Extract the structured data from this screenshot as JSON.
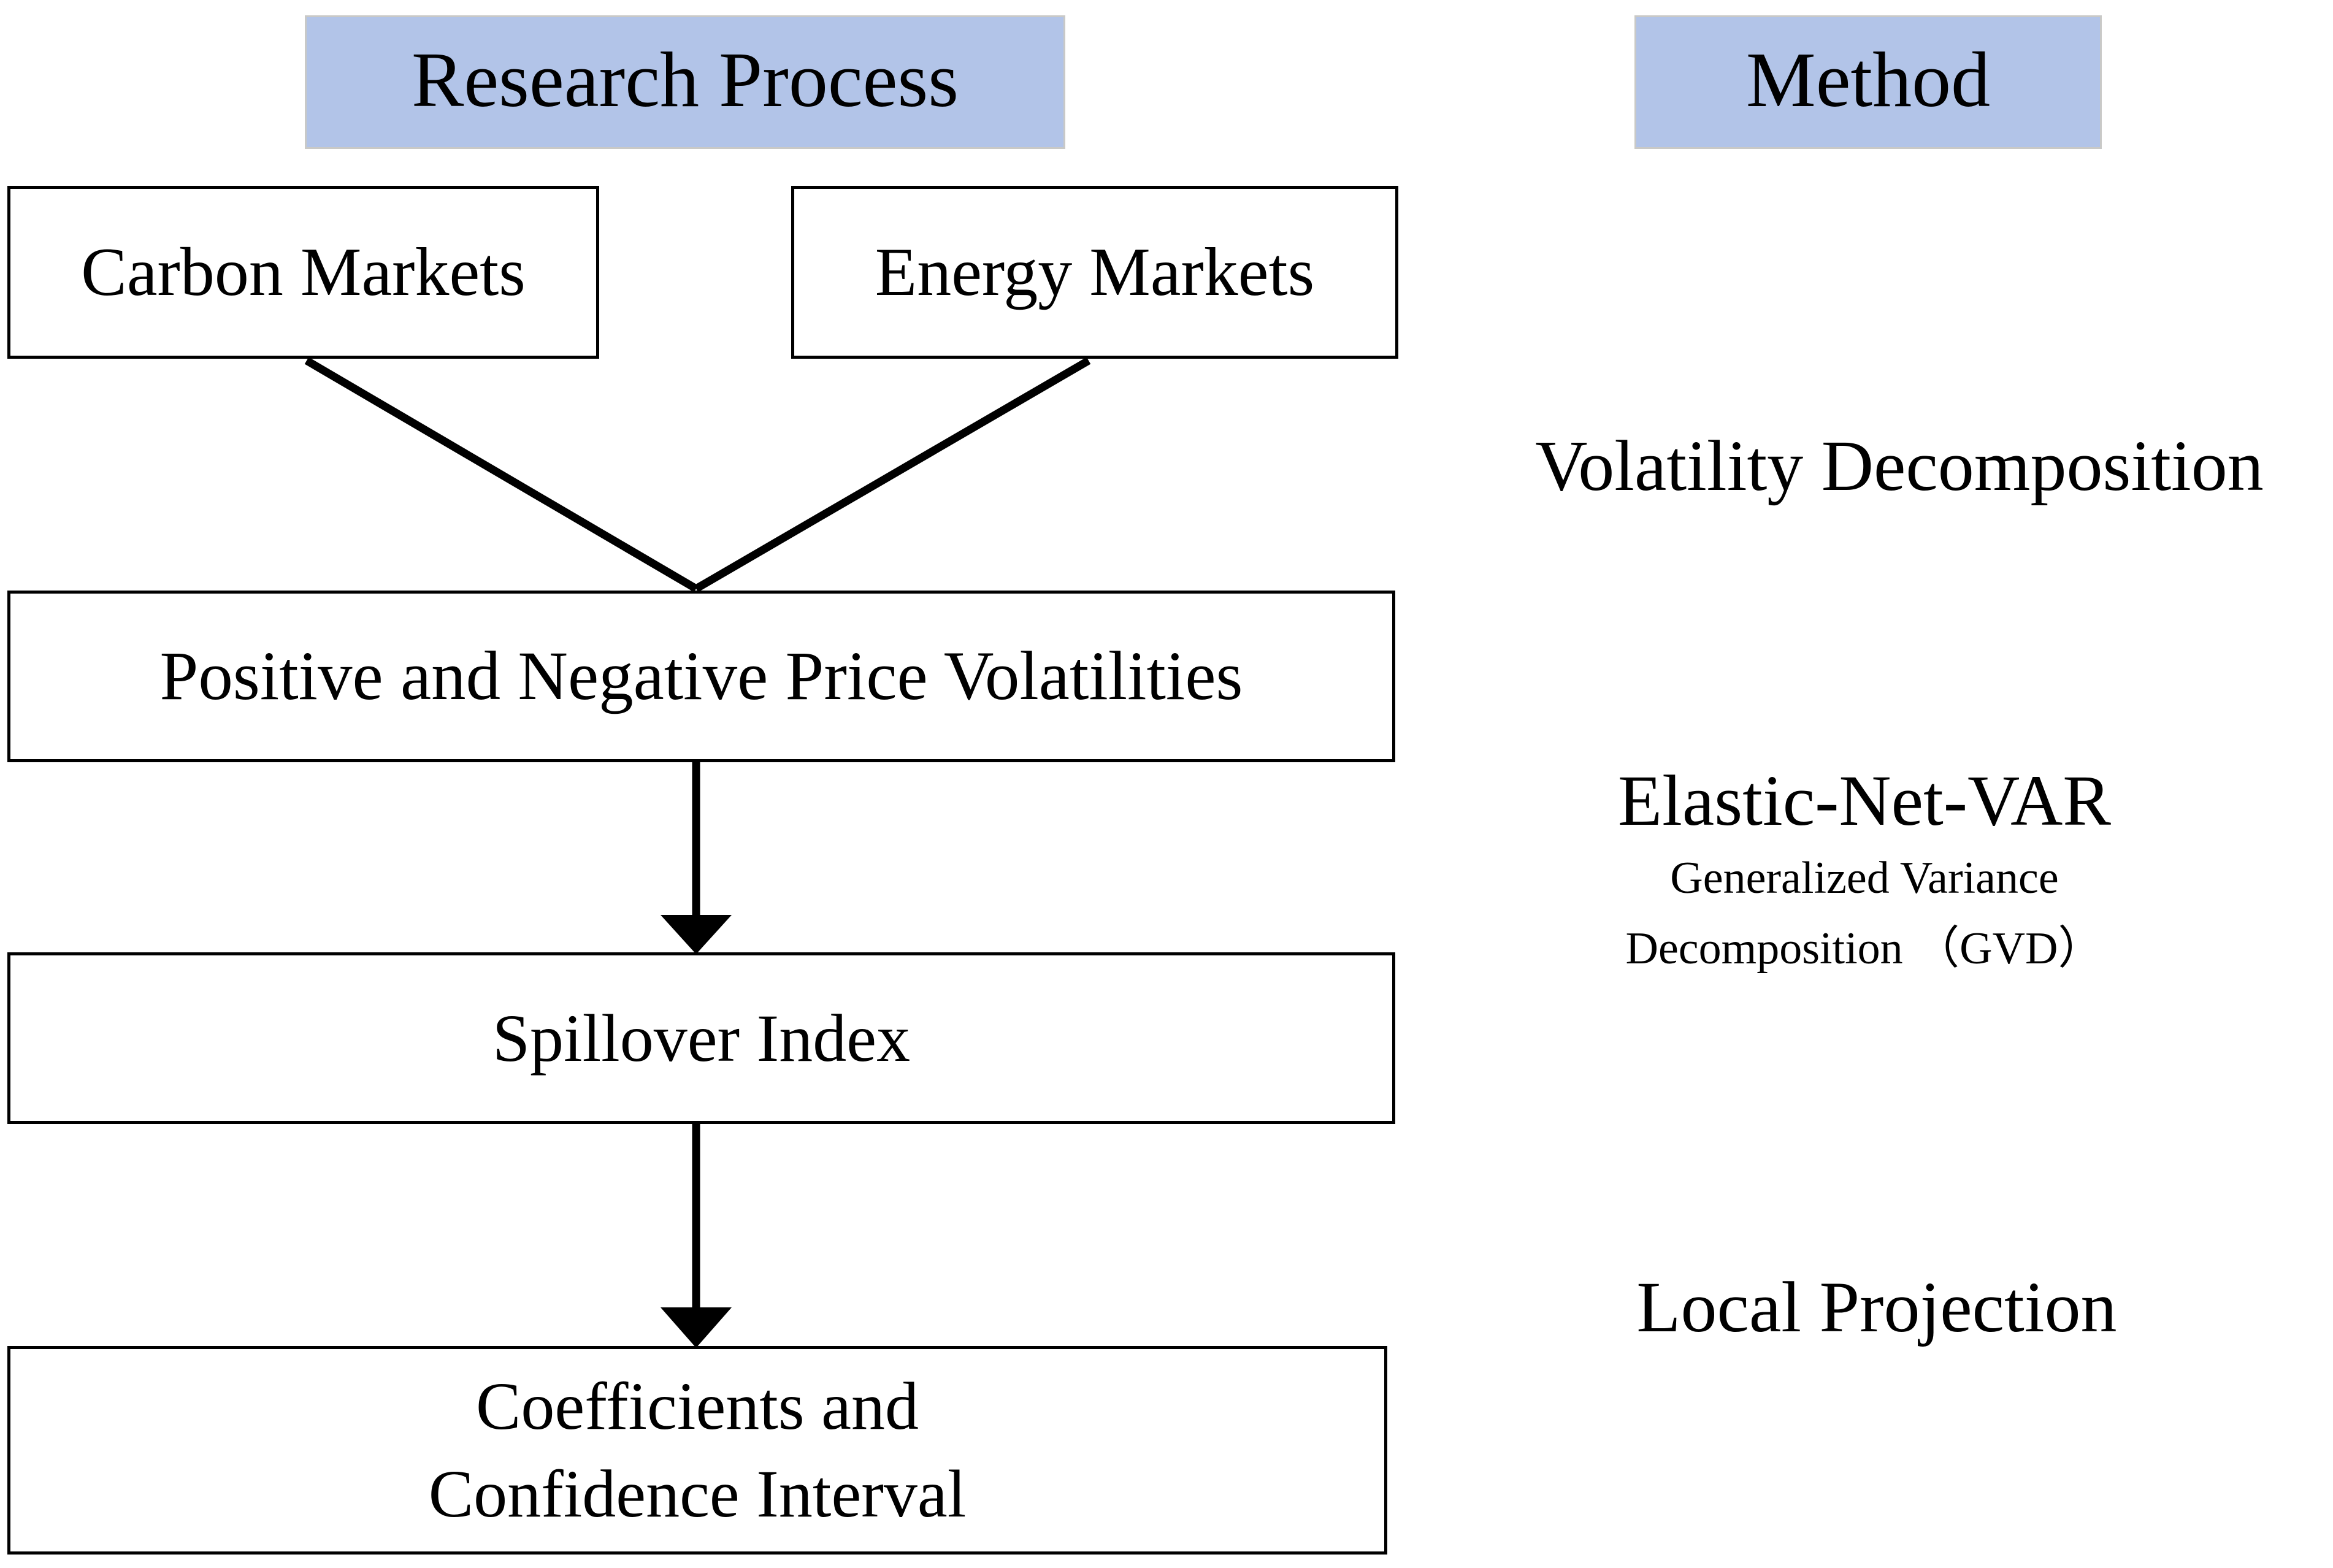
{
  "columns": {
    "left": {
      "banner_label": "Research Process"
    },
    "right": {
      "banner_label": "Method"
    }
  },
  "flow": {
    "boxes": [
      {
        "id": "carbon",
        "label": "Carbon Markets"
      },
      {
        "id": "energy",
        "label": "Energy Markets"
      },
      {
        "id": "posneg",
        "label": "Positive and Negative Price Volatilities"
      },
      {
        "id": "spill",
        "label": "Spillover Index"
      },
      {
        "id": "coef",
        "label": "Coefficients and\nConfidence Interval"
      }
    ],
    "connectors": [
      {
        "id": "carbon-to-posneg",
        "type": "diagonal-line",
        "from": "carbon",
        "to": "posneg",
        "arrowhead": false
      },
      {
        "id": "energy-to-posneg",
        "type": "diagonal-line",
        "from": "energy",
        "to": "posneg",
        "arrowhead": false
      },
      {
        "id": "posneg-to-spill",
        "type": "vertical-arrow",
        "from": "posneg",
        "to": "spill",
        "arrowhead": true
      },
      {
        "id": "spill-to-coef",
        "type": "vertical-arrow",
        "from": "spill",
        "to": "coef",
        "arrowhead": true
      }
    ]
  },
  "methods": {
    "volatility": "Volatility Decomposition",
    "elastic_net_var": "Elastic-Net-VAR",
    "gvd_line1": "Generalized Variance",
    "gvd_line2": "Decomposition （GVD）",
    "local_projection": "Local Projection"
  },
  "colors": {
    "banner_fill": "#b2c4e8",
    "banner_border": "#c9c9c7",
    "box_border": "#000000",
    "box_fill": "#ffffff",
    "connector": "#000000",
    "text": "#000000",
    "page_background": "#ffffff"
  }
}
